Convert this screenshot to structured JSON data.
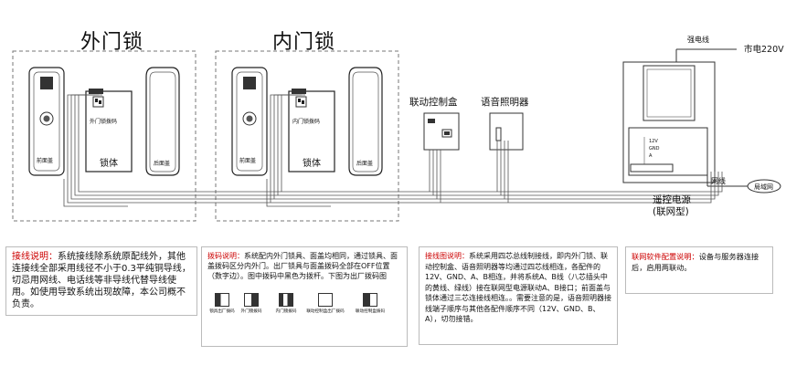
{
  "titles": {
    "outer_lock": "外门锁",
    "inner_lock": "内门锁"
  },
  "outer": {
    "front_cover": "前面盖",
    "dip_label": "外门锁拨码",
    "lock_body": "锁体",
    "back_cover": "后面盖"
  },
  "inner": {
    "front_cover": "前面盖",
    "dip_label": "内门锁拨码",
    "lock_body": "锁体",
    "back_cover": "后面盖"
  },
  "devices": {
    "control_box": "联动控制盒",
    "voice_light": "语音照明器"
  },
  "power": {
    "strong_wire": "强电线",
    "mains": "市电220V",
    "terminal_12v": "12V",
    "terminal_gnd": "GND",
    "terminal_a": "A",
    "title_line1": "遥控电源",
    "title_line2": "(联网型)",
    "network_wire": "网线",
    "lan": "局域网"
  },
  "notes": {
    "wiring": {
      "heading": "接线说明：",
      "body": "系统接线除系统原配线外，其他连接线全部采用线径不小于0.3平纯铜导线，切忌用网线、电话线等非导线代替导线使用。如使用导致系统出现故障，本公司概不负责。"
    },
    "dip": {
      "heading": "拨码说明：",
      "body": "系统配内外门锁具、面盖均相同，通过锁具、面盖拨码区分内外门。出厂锁具与面盖拨码全部在OFF位置（数字边）。图中拨码中黑色为拨杆。下图为出厂拨码图",
      "items": [
        "锁具出厂拨码",
        "外门锁拨码",
        "内门锁拨码",
        "联动控制盒出厂拨码",
        "联动控制盒拨码"
      ]
    },
    "diagram": {
      "heading": "接线图说明：",
      "body": "系统采用四芯总线制接线，即内外门锁、联动控制盒、语音照明器等均通过四芯线相连，各配件的12V、GND、A、B相连，并将系统A、B线（八芯插头中的黄线、绿线）接在联网型电源联动A、B接口；前面盖与锁体通过三芯连接线相连。。需要注意的是，语音照明器接线端子顺序与其他各配件顺序不同（12V、GND、B、A），切勿接错。"
    },
    "network": {
      "heading": "联网软件配置说明：",
      "body": "设备与服务器连接后，启用两联动。"
    }
  }
}
